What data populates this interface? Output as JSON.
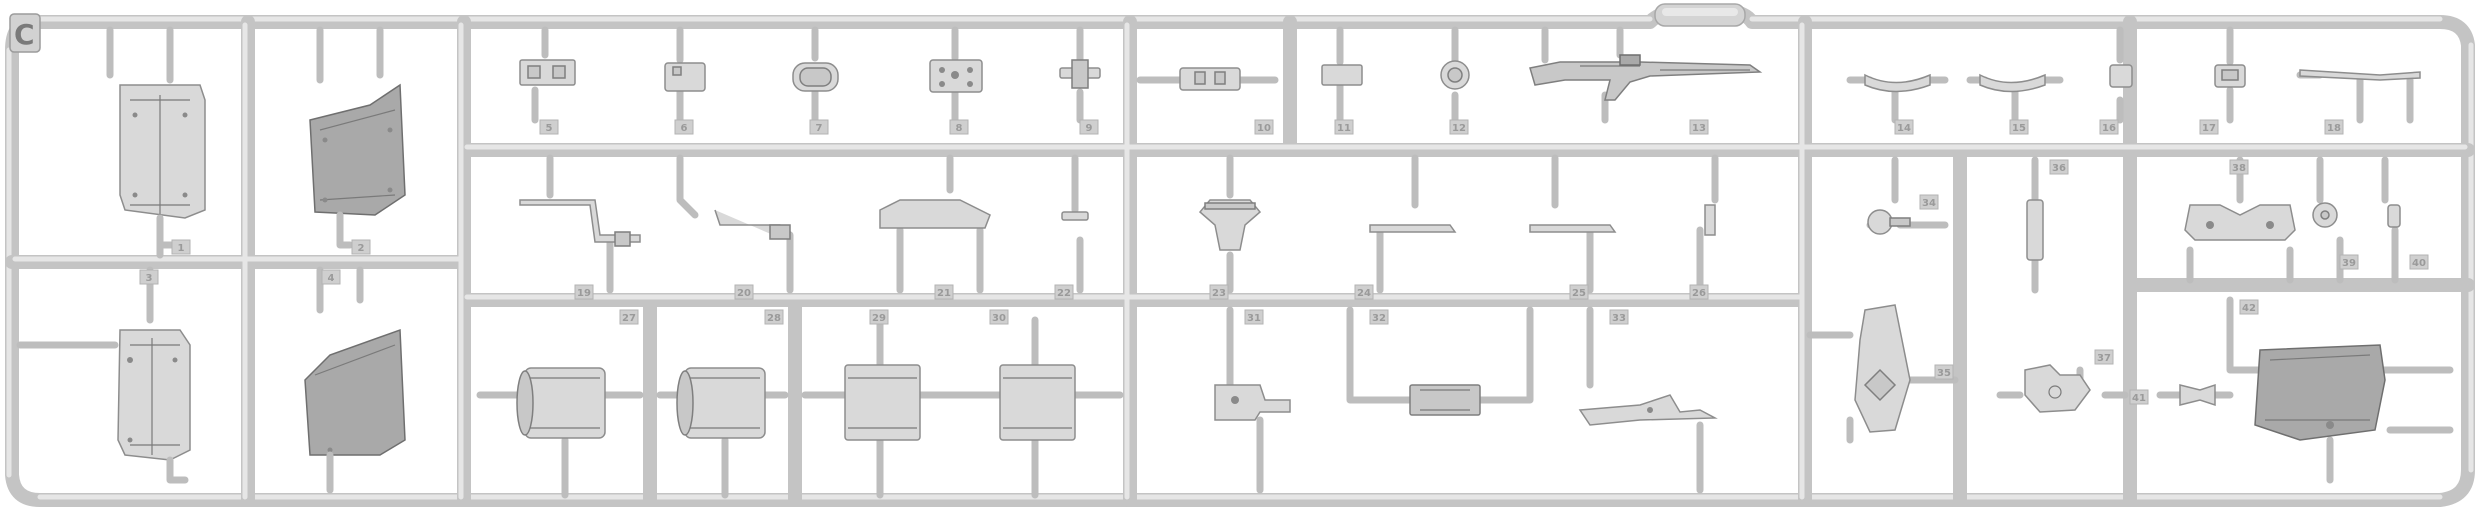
{
  "sprue": {
    "letter": "C",
    "part_numbers": [
      "1",
      "2",
      "3",
      "4",
      "5",
      "6",
      "7",
      "8",
      "9",
      "10",
      "11",
      "12",
      "13",
      "14",
      "15",
      "16",
      "17",
      "18",
      "19",
      "20",
      "21",
      "22",
      "23",
      "24",
      "25",
      "26",
      "27",
      "28",
      "29",
      "30",
      "31",
      "32",
      "33",
      "34",
      "35",
      "36",
      "37",
      "38",
      "39",
      "40",
      "41",
      "42"
    ]
  }
}
